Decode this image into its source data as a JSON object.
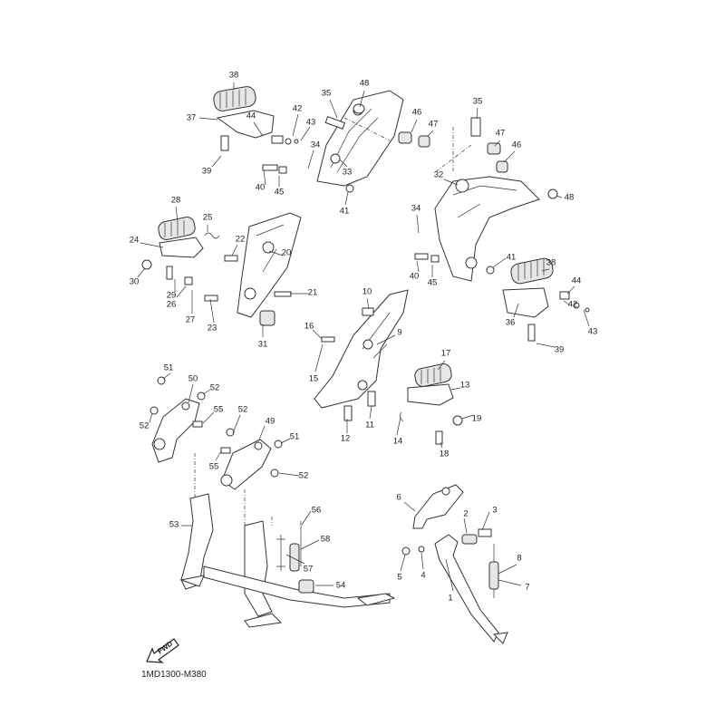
{
  "diagram": {
    "callouts": [
      "38",
      "37",
      "44",
      "42",
      "43",
      "35",
      "48",
      "46",
      "47",
      "34",
      "33",
      "39",
      "40",
      "45",
      "41",
      "35",
      "47",
      "46",
      "32",
      "48",
      "34",
      "41",
      "40",
      "45",
      "38",
      "44",
      "42",
      "43",
      "36",
      "39",
      "28",
      "25",
      "22",
      "20",
      "24",
      "30",
      "29",
      "26",
      "27",
      "23",
      "21",
      "31",
      "10",
      "16",
      "15",
      "9",
      "17",
      "13",
      "19",
      "11",
      "12",
      "14",
      "18",
      "51",
      "50",
      "52",
      "52",
      "55",
      "52",
      "49",
      "51",
      "55",
      "52",
      "53",
      "56",
      "58",
      "57",
      "54",
      "6",
      "3",
      "2",
      "8",
      "7",
      "5",
      "4",
      "1"
    ],
    "direction_label": "FWD",
    "diagram_code": "1MD1300-M380"
  }
}
